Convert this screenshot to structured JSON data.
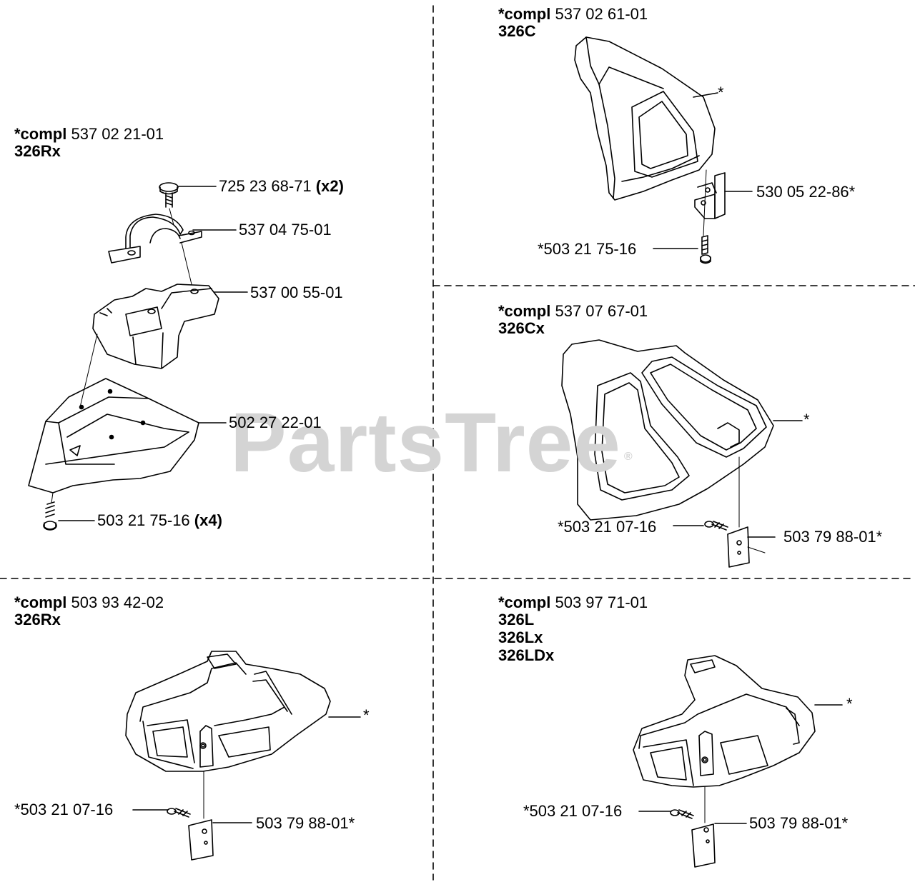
{
  "watermark": {
    "text": "PartsTree",
    "mark": "®"
  },
  "panels": {
    "top_left": {
      "kit_prefix": "*compl",
      "kit_number": "537 02 21-01",
      "model": "326Rx",
      "parts": [
        {
          "number": "725 23 68-71",
          "qty": "(x2)"
        },
        {
          "number": "537 04 75-01"
        },
        {
          "number": "537 00 55-01"
        },
        {
          "number": "502 27 22-01"
        },
        {
          "number": "503 21 75-16",
          "qty": "(x4)"
        }
      ]
    },
    "top_right": {
      "kit_prefix": "*compl",
      "kit_number": "537 02 61-01",
      "model": "326C",
      "star": "*",
      "parts": [
        {
          "number": "530 05 22-86*"
        },
        {
          "number": "*503 21 75-16"
        }
      ]
    },
    "mid_right": {
      "kit_prefix": "*compl",
      "kit_number": "537 07 67-01",
      "model": "326Cx",
      "star": "*",
      "parts": [
        {
          "number": "*503 21 07-16"
        },
        {
          "number": "503 79 88-01*"
        }
      ]
    },
    "bottom_left": {
      "kit_prefix": "*compl",
      "kit_number": "503 93 42-02",
      "model": "326Rx",
      "star": "*",
      "parts": [
        {
          "number": "*503 21 07-16"
        },
        {
          "number": "503 79 88-01*"
        }
      ]
    },
    "bottom_right": {
      "kit_prefix": "*compl",
      "kit_number": "503 97 71-01",
      "models": [
        "326L",
        "326Lx",
        "326LDx"
      ],
      "star": "*",
      "parts": [
        {
          "number": "*503 21 07-16"
        },
        {
          "number": "503 79 88-01*"
        }
      ]
    }
  }
}
